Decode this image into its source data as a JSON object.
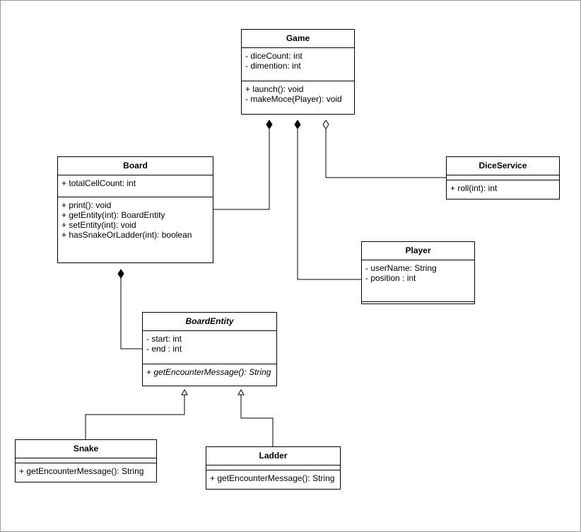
{
  "diagram": {
    "classes": {
      "game": {
        "name": "Game",
        "attributes": [
          "- diceCount: int",
          "- dimention: int"
        ],
        "operations": [
          "+ launch(): void",
          "- makeMoce(Player): void"
        ]
      },
      "board": {
        "name": "Board",
        "attributes": [
          "+ totalCellCount: int"
        ],
        "operations": [
          "+ print(): void",
          "+ getEntity(int): BoardEntity",
          "+ setEntity(int): void",
          "+ hasSnakeOrLadder(int): boolean"
        ]
      },
      "dice_service": {
        "name": "DiceService",
        "attributes": [],
        "operations": [
          "+ roll(int): int"
        ]
      },
      "player": {
        "name": "Player",
        "attributes": [
          "- userName: String",
          "- position : int"
        ],
        "operations": []
      },
      "board_entity": {
        "name": "BoardEntity",
        "abstract": true,
        "attributes": [
          "- start: int",
          "- end : int"
        ],
        "operations": [
          "+ getEncounterMessage(): String"
        ]
      },
      "snake": {
        "name": "Snake",
        "attributes": [],
        "operations": [
          "+ getEncounterMessage(): String"
        ]
      },
      "ladder": {
        "name": "Ladder",
        "attributes": [],
        "operations": [
          "+ getEncounterMessage(): String"
        ]
      }
    },
    "relationships": [
      {
        "type": "composition",
        "whole": "Game",
        "part": "Board"
      },
      {
        "type": "composition",
        "whole": "Game",
        "part": "Player"
      },
      {
        "type": "aggregation",
        "whole": "Game",
        "part": "DiceService"
      },
      {
        "type": "composition",
        "whole": "Board",
        "part": "BoardEntity"
      },
      {
        "type": "generalization",
        "child": "Snake",
        "parent": "BoardEntity"
      },
      {
        "type": "generalization",
        "child": "Ladder",
        "parent": "BoardEntity"
      }
    ]
  }
}
